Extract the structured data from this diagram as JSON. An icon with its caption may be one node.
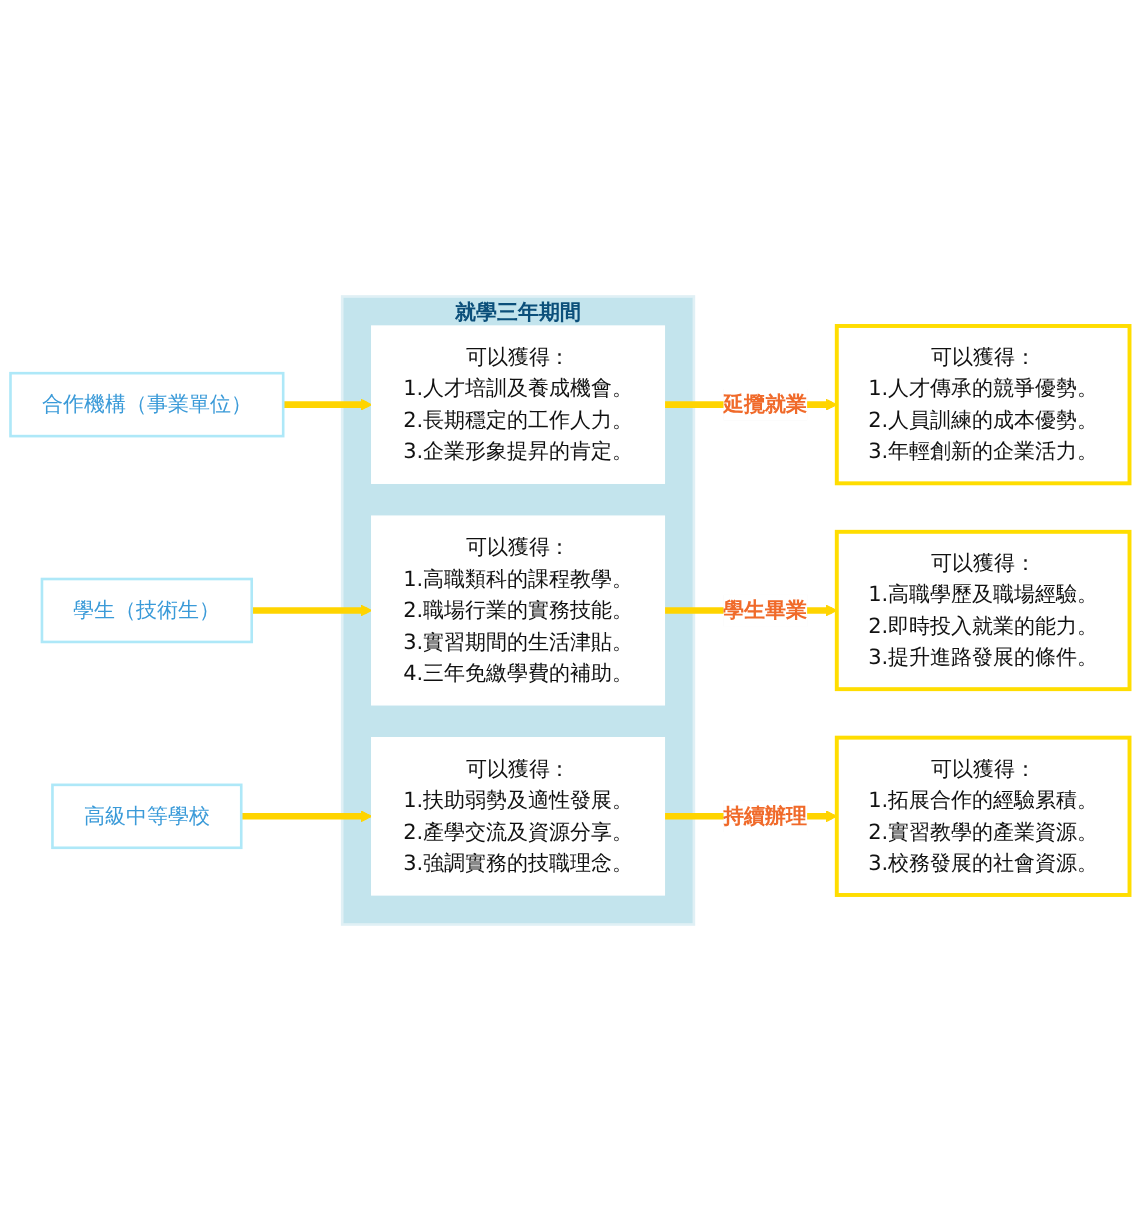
{
  "diagram": {
    "nodes": [
      {
        "text": [
          "就學三年期間"
        ]
      },
      {
        "text": [
          "合作機構（事業單位）"
        ]
      },
      {
        "text": [
          "可以獲得：",
          "1.人才培訓及養成機會。",
          "2.長期穩定的工作人力。",
          "3.企業形象提昇的肯定。"
        ],
        "in": 0
      },
      {
        "text": [
          "可以獲得：",
          "1.人才傳承的競爭優勢。",
          "2.人員訓練的成本優勢。",
          "3.年輕創新的企業活力。"
        ]
      },
      {
        "text": [
          "學生（技術生）"
        ]
      },
      {
        "text": [
          "可以獲得：",
          "1.高職類科的課程教學。",
          "2.職場行業的實務技能。",
          "3.實習期間的生活津貼。",
          "4.三年免繳學費的補助。"
        ],
        "in": 0
      },
      {
        "text": [
          "可以獲得：",
          "1.高職學歷及職場經驗。",
          "2.即時投入就業的能力。",
          "3.提升進路發展的條件。"
        ]
      },
      {
        "text": [
          "高級中等學校"
        ]
      },
      {
        "text": [
          "可以獲得：",
          "1.扶助弱勢及適性發展。",
          "2.產學交流及資源分享。",
          "3.強調實務的技職理念。"
        ],
        "in": 0
      },
      {
        "text": [
          "可以獲得：",
          "1.拓展合作的經驗累積。",
          "2.實習教學的產業資源。",
          "3.校務發展的社會資源。"
        ]
      }
    ],
    "edges": [
      {
        "from": 1,
        "to": 2,
        "arrow": "to"
      },
      {
        "from": 2,
        "to": 3,
        "arrow": "to",
        "label": "延攬就業"
      },
      {
        "from": 4,
        "to": 5,
        "arrow": "to"
      },
      {
        "from": 5,
        "to": 6,
        "arrow": "to",
        "label": "學生畢業"
      },
      {
        "from": 7,
        "to": 8,
        "arrow": "to"
      },
      {
        "from": 8,
        "to": 9,
        "arrow": "to",
        "label": "持續辦理"
      }
    ]
  }
}
